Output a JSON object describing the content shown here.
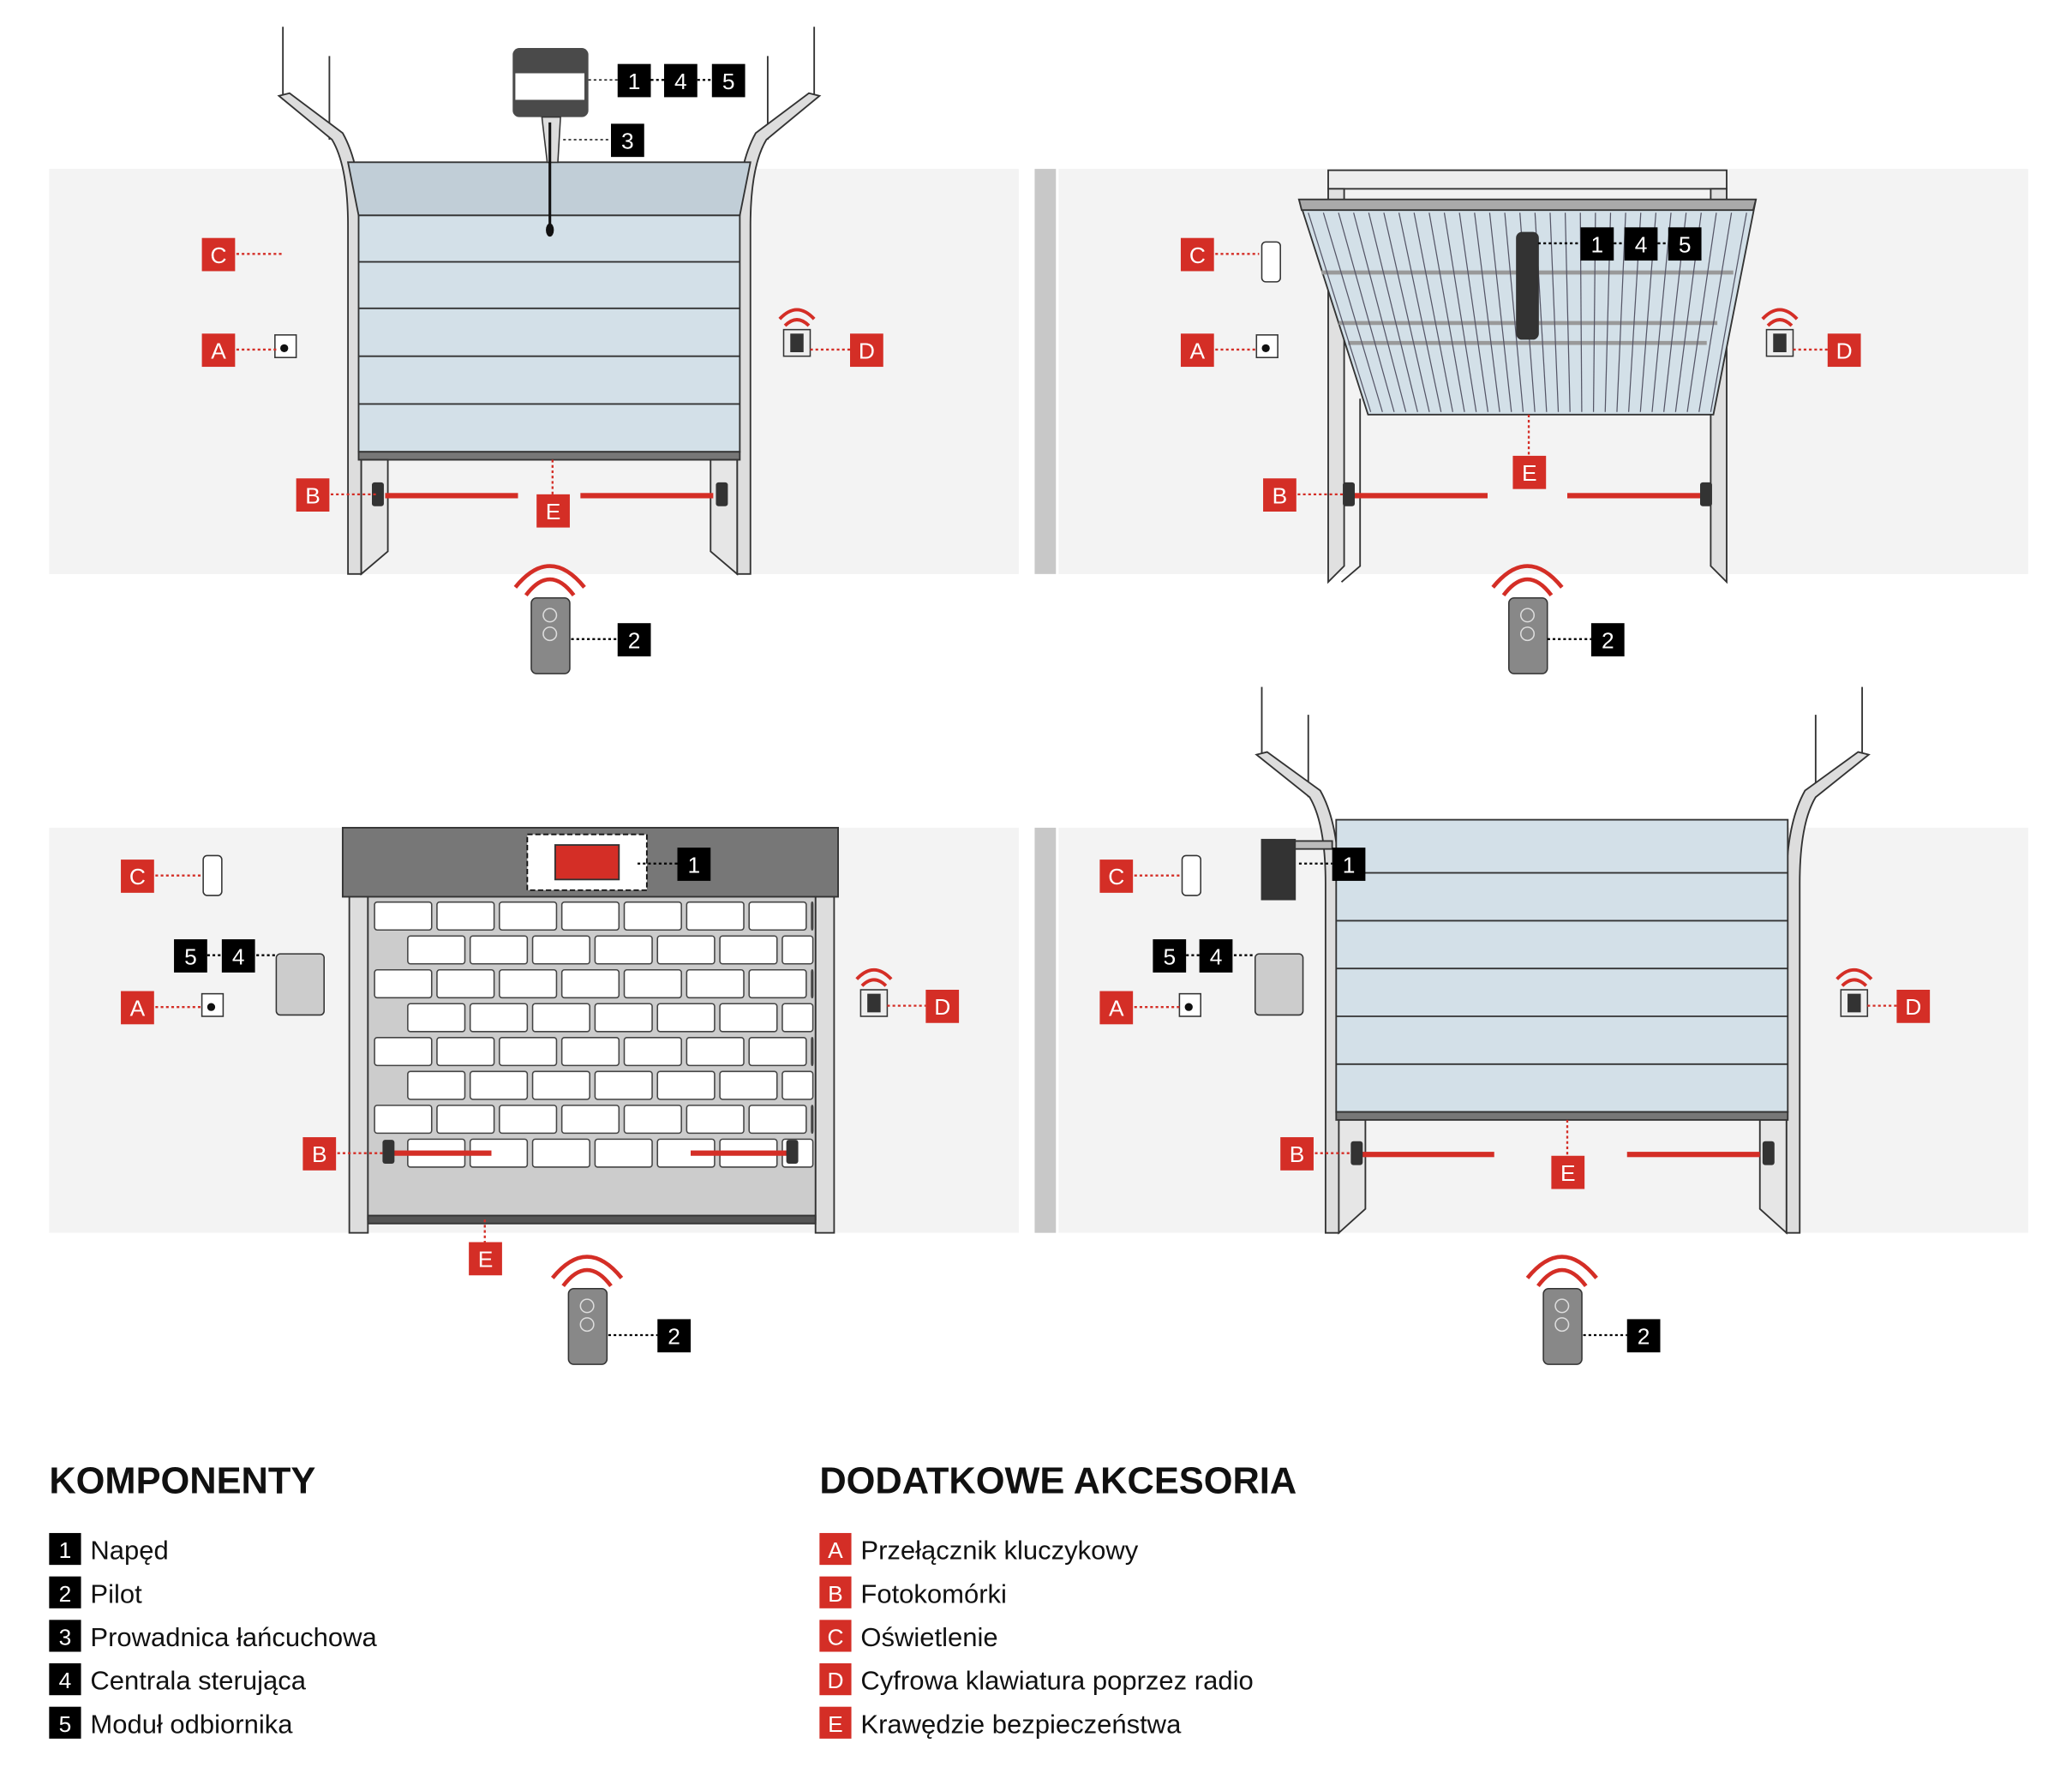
{
  "colors": {
    "accent_red": "#d42e26",
    "badge_black": "#000000",
    "wall": "#f3f3f3",
    "door_blue": "#d3e0e8",
    "door_top": "#c1ced7"
  },
  "panels": [
    {
      "name": "sectional-door-ceiling-drive",
      "callouts": [
        "1",
        "4",
        "5",
        "3",
        "C",
        "A",
        "D",
        "B",
        "E",
        "2"
      ]
    },
    {
      "name": "tilt-door-drive",
      "callouts": [
        "1",
        "4",
        "5",
        "C",
        "A",
        "D",
        "B",
        "E",
        "2"
      ]
    },
    {
      "name": "roller-shutter-drive",
      "callouts": [
        "1",
        "C",
        "5",
        "4",
        "A",
        "D",
        "B",
        "E",
        "2"
      ]
    },
    {
      "name": "sectional-door-side-drive",
      "callouts": [
        "1",
        "C",
        "5",
        "4",
        "A",
        "D",
        "B",
        "E",
        "2"
      ]
    }
  ],
  "legend": {
    "components": {
      "title": "KOMPONENTY",
      "items": [
        {
          "key": "1",
          "label": "Napęd"
        },
        {
          "key": "2",
          "label": "Pilot"
        },
        {
          "key": "3",
          "label": "Prowadnica łańcuchowa"
        },
        {
          "key": "4",
          "label": "Centrala sterująca"
        },
        {
          "key": "5",
          "label": "Moduł odbiornika"
        }
      ]
    },
    "accessories": {
      "title": "DODATKOWE AKCESORIA",
      "items": [
        {
          "key": "A",
          "label": "Przełącznik kluczykowy"
        },
        {
          "key": "B",
          "label": "Fotokomórki"
        },
        {
          "key": "C",
          "label": "Oświetlenie"
        },
        {
          "key": "D",
          "label": "Cyfrowa klawiatura poprzez radio"
        },
        {
          "key": "E",
          "label": "Krawędzie bezpieczeństwa"
        }
      ]
    }
  }
}
